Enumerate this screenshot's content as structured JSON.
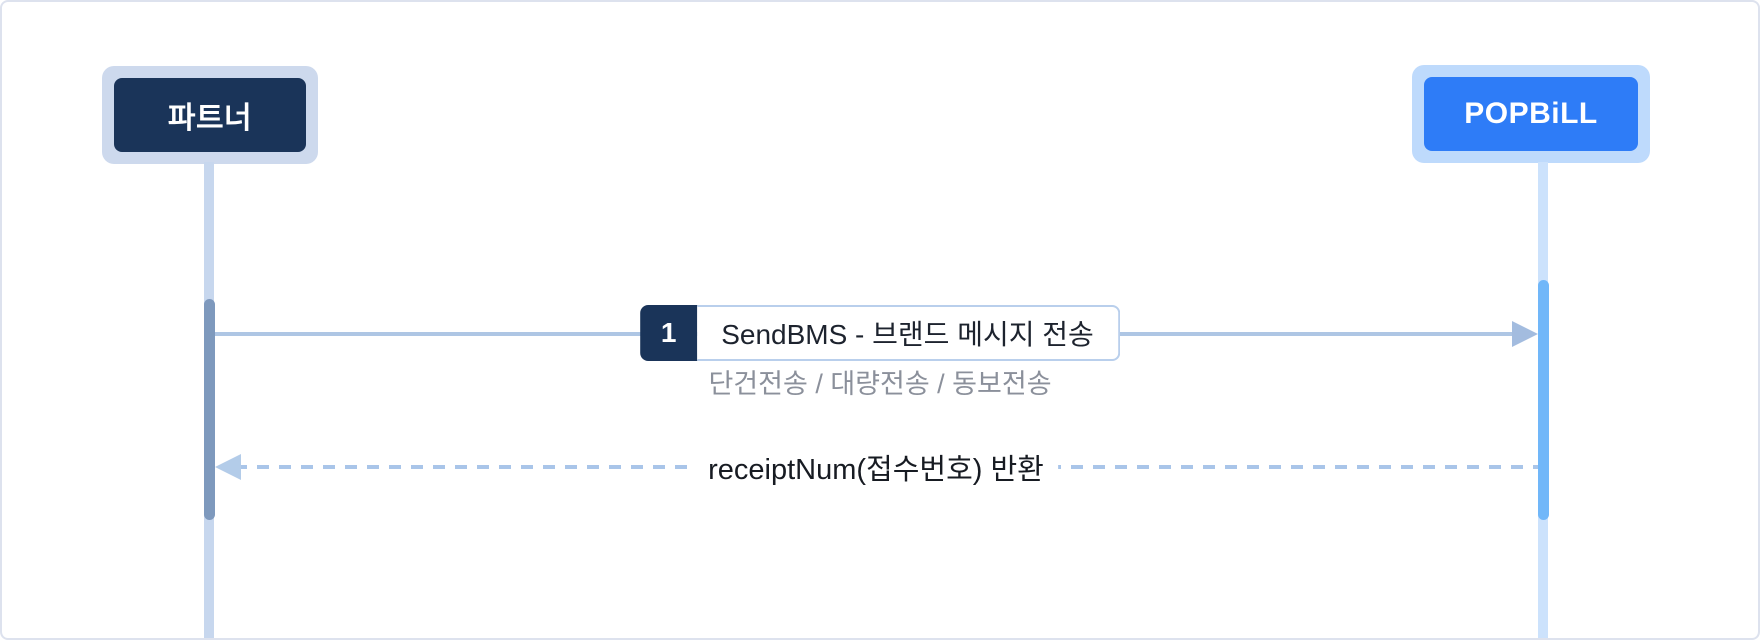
{
  "actors": {
    "partner": {
      "label": "파트너"
    },
    "popbill": {
      "label": "POPBiLL"
    }
  },
  "messages": {
    "send": {
      "step": "1",
      "label": "SendBMS - 브랜드 메시지 전송",
      "subtitle": "단건전송 / 대량전송 / 동보전송"
    },
    "return": {
      "label": "receiptNum(접수번호) 반환"
    }
  },
  "colors": {
    "navy": "#1a3459",
    "blue": "#2e7cf7",
    "partner-frame": "#cdd9ed",
    "popbill-frame": "#bedafc",
    "lifeline-left": "#c7d7ee",
    "lifeline-right": "#cce2fc",
    "activation-left": "#7e99bd",
    "activation-right": "#71b7f9",
    "arrow": "#aec6e4",
    "arrowhead": "#a3bcdf",
    "dash": "#a9c5e9",
    "label-border": "#b9cfec",
    "subtitle-text": "#8b909b"
  }
}
